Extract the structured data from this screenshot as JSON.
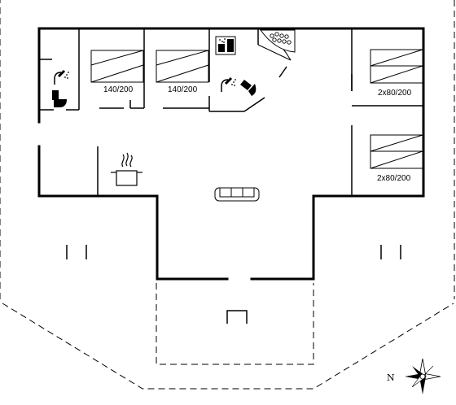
{
  "rooms": {
    "bedroom_1": {
      "bed_label": "140/200"
    },
    "bedroom_2": {
      "bed_label": "140/200"
    },
    "bedroom_3": {
      "bed_label": "2x80/200"
    },
    "bedroom_4": {
      "bed_label": "2x80/200"
    }
  },
  "compass": {
    "north_label": "N"
  },
  "colors": {
    "wall": "#000000",
    "background": "#ffffff"
  },
  "icons": [
    "shower-icon",
    "toilet-icon",
    "sauna-icon",
    "whirlpool-icon",
    "cooking-pot-icon",
    "sofa-icon",
    "compass-rose-icon"
  ]
}
